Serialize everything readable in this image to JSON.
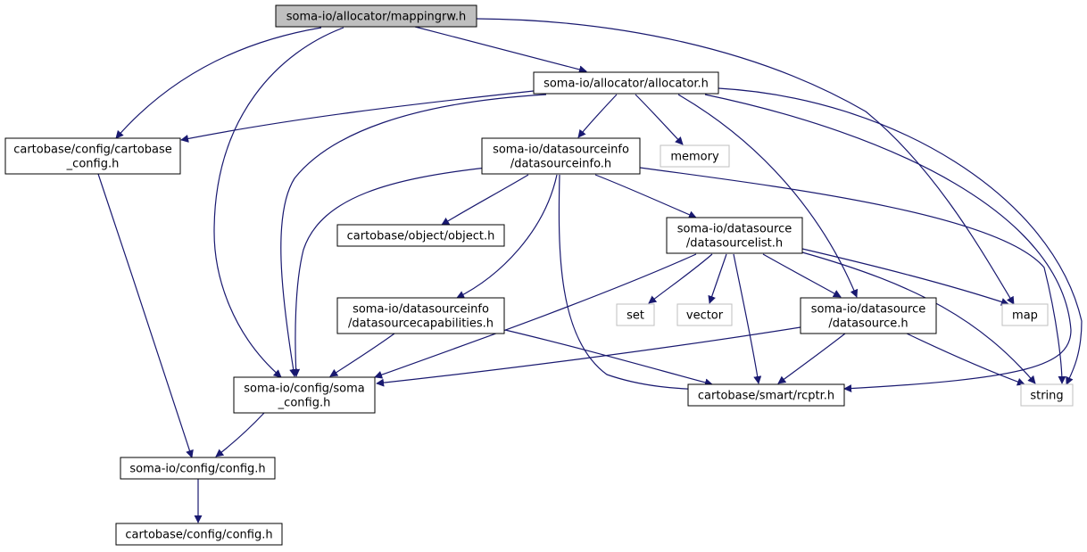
{
  "graph": {
    "edge_color": "#191970",
    "node_border": "#000000",
    "system_border": "#bfbfbf",
    "root_fill": "#bfbfbf",
    "nodes": [
      {
        "id": "mappingrw",
        "lines": [
          "soma-io/allocator/mappingrw.h"
        ],
        "kind": "root"
      },
      {
        "id": "allocator",
        "lines": [
          "soma-io/allocator/allocator.h"
        ],
        "kind": "file"
      },
      {
        "id": "cartobase_config",
        "lines": [
          "cartobase/config/cartobase",
          "_config.h"
        ],
        "kind": "file"
      },
      {
        "id": "datasourceinfo",
        "lines": [
          "soma-io/datasourceinfo",
          "/datasourceinfo.h"
        ],
        "kind": "file"
      },
      {
        "id": "memory",
        "lines": [
          "memory"
        ],
        "kind": "system"
      },
      {
        "id": "object",
        "lines": [
          "cartobase/object/object.h"
        ],
        "kind": "file"
      },
      {
        "id": "datasourcelist",
        "lines": [
          "soma-io/datasource",
          "/datasourcelist.h"
        ],
        "kind": "file"
      },
      {
        "id": "datasourcecapabilities",
        "lines": [
          "soma-io/datasourceinfo",
          "/datasourcecapabilities.h"
        ],
        "kind": "file"
      },
      {
        "id": "set",
        "lines": [
          "set"
        ],
        "kind": "system"
      },
      {
        "id": "vector",
        "lines": [
          "vector"
        ],
        "kind": "system"
      },
      {
        "id": "datasource",
        "lines": [
          "soma-io/datasource",
          "/datasource.h"
        ],
        "kind": "file"
      },
      {
        "id": "map",
        "lines": [
          "map"
        ],
        "kind": "system"
      },
      {
        "id": "soma_config",
        "lines": [
          "soma-io/config/soma",
          "_config.h"
        ],
        "kind": "file"
      },
      {
        "id": "rcptr",
        "lines": [
          "cartobase/smart/rcptr.h"
        ],
        "kind": "file"
      },
      {
        "id": "string",
        "lines": [
          "string"
        ],
        "kind": "system"
      },
      {
        "id": "somaio_config",
        "lines": [
          "soma-io/config/config.h"
        ],
        "kind": "file"
      },
      {
        "id": "cartobase_config_h",
        "lines": [
          "cartobase/config/config.h"
        ],
        "kind": "file"
      }
    ],
    "edges": [
      {
        "from": "mappingrw",
        "to": "allocator"
      },
      {
        "from": "mappingrw",
        "to": "cartobase_config"
      },
      {
        "from": "mappingrw",
        "to": "soma_config"
      },
      {
        "from": "mappingrw",
        "to": "map"
      },
      {
        "from": "allocator",
        "to": "cartobase_config"
      },
      {
        "from": "allocator",
        "to": "datasourceinfo"
      },
      {
        "from": "allocator",
        "to": "memory"
      },
      {
        "from": "allocator",
        "to": "soma_config"
      },
      {
        "from": "allocator",
        "to": "datasource"
      },
      {
        "from": "allocator",
        "to": "rcptr"
      },
      {
        "from": "allocator",
        "to": "string"
      },
      {
        "from": "cartobase_config",
        "to": "somaio_config"
      },
      {
        "from": "datasourceinfo",
        "to": "object"
      },
      {
        "from": "datasourceinfo",
        "to": "datasourcelist"
      },
      {
        "from": "datasourceinfo",
        "to": "datasourcecapabilities"
      },
      {
        "from": "datasourceinfo",
        "to": "soma_config"
      },
      {
        "from": "datasourceinfo",
        "to": "rcptr"
      },
      {
        "from": "datasourceinfo",
        "to": "string"
      },
      {
        "from": "datasourcelist",
        "to": "set"
      },
      {
        "from": "datasourcelist",
        "to": "vector"
      },
      {
        "from": "datasourcelist",
        "to": "datasource"
      },
      {
        "from": "datasourcelist",
        "to": "map"
      },
      {
        "from": "datasourcelist",
        "to": "soma_config"
      },
      {
        "from": "datasourcelist",
        "to": "rcptr"
      },
      {
        "from": "datasourcelist",
        "to": "string"
      },
      {
        "from": "datasourcecapabilities",
        "to": "soma_config"
      },
      {
        "from": "datasourcecapabilities",
        "to": "rcptr"
      },
      {
        "from": "datasource",
        "to": "soma_config"
      },
      {
        "from": "datasource",
        "to": "rcptr"
      },
      {
        "from": "datasource",
        "to": "string"
      },
      {
        "from": "soma_config",
        "to": "somaio_config"
      },
      {
        "from": "somaio_config",
        "to": "cartobase_config_h"
      }
    ]
  }
}
